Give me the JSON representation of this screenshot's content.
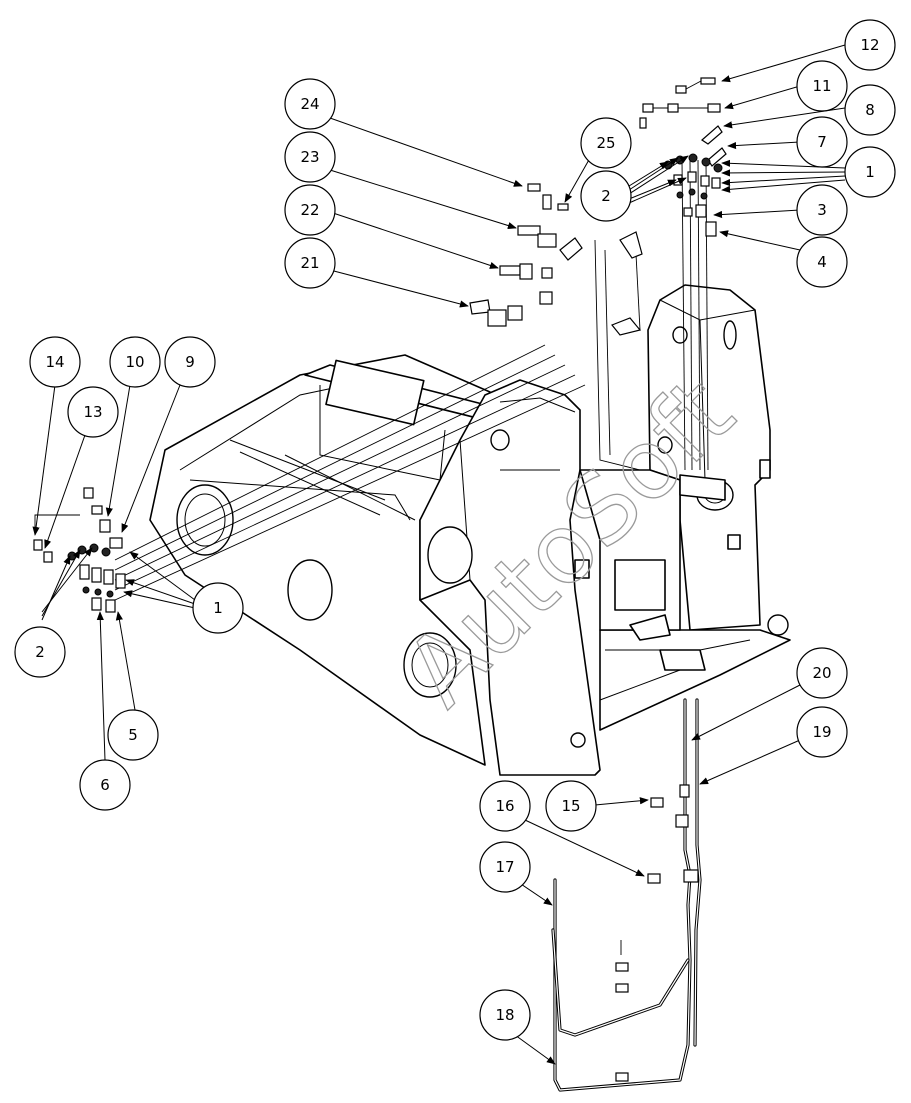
{
  "watermark": "AutoSoft",
  "callouts": [
    {
      "label": "12"
    },
    {
      "label": "11"
    },
    {
      "label": "8"
    },
    {
      "label": "7"
    },
    {
      "label": "1"
    },
    {
      "label": "3"
    },
    {
      "label": "4"
    },
    {
      "label": "25"
    },
    {
      "label": "2"
    },
    {
      "label": "24"
    },
    {
      "label": "23"
    },
    {
      "label": "22"
    },
    {
      "label": "21"
    },
    {
      "label": "14"
    },
    {
      "label": "10"
    },
    {
      "label": "9"
    },
    {
      "label": "13"
    },
    {
      "label": "1"
    },
    {
      "label": "2"
    },
    {
      "label": "5"
    },
    {
      "label": "6"
    },
    {
      "label": "20"
    },
    {
      "label": "19"
    },
    {
      "label": "16"
    },
    {
      "label": "15"
    },
    {
      "label": "17"
    },
    {
      "label": "18"
    }
  ]
}
